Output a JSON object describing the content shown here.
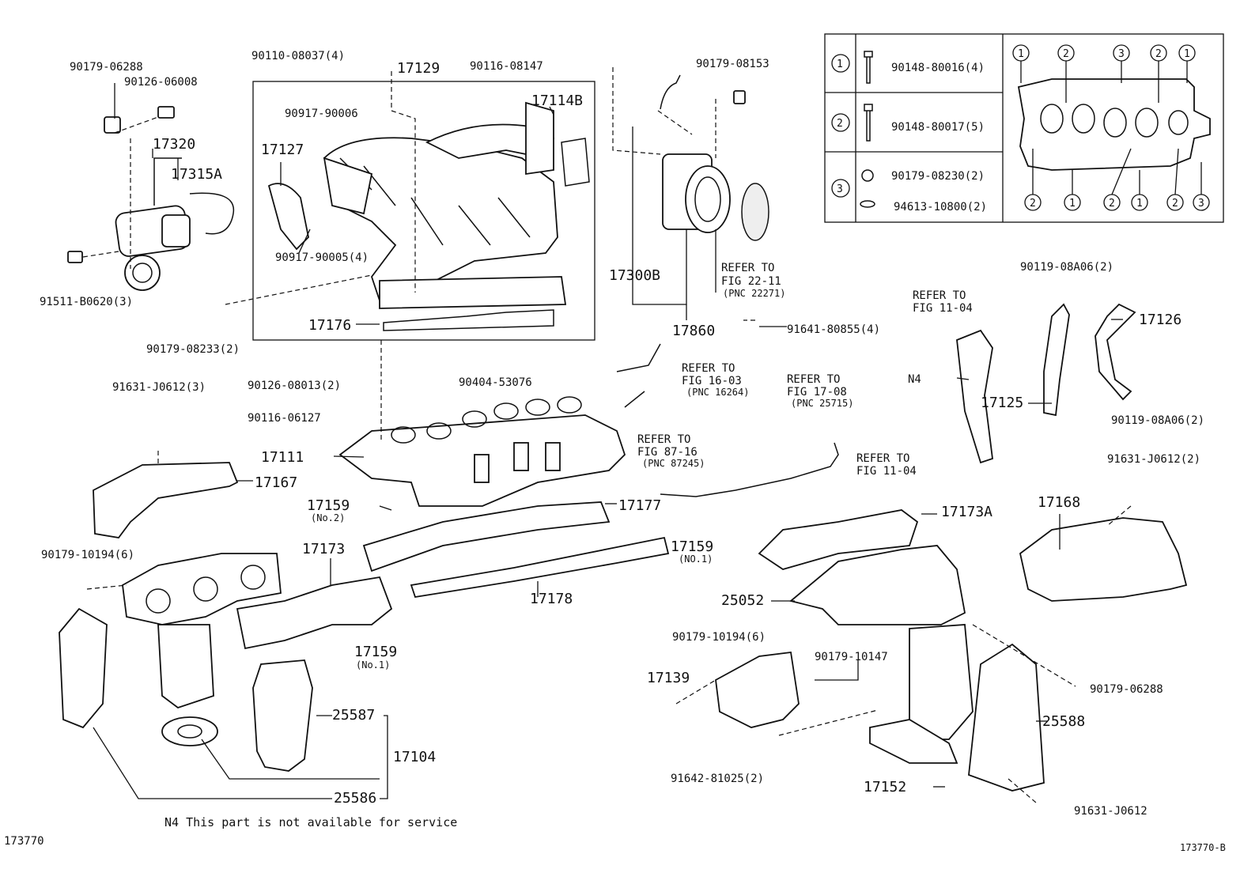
{
  "labels": {
    "l_90179_06288_a": "90179-06288",
    "l_90126_06008": "90126-06008",
    "l_17320": "17320",
    "l_17315A": "17315A",
    "l_91511": "91511-B0620(3)",
    "l_90179_08233": "90179-08233(2)",
    "l_90110": "90110-08037(4)",
    "l_17129": "17129",
    "l_90917_90006": "90917-90006",
    "l_17127": "17127",
    "l_17114B": "17114B",
    "l_90917_90005": "90917-90005(4)",
    "l_17176": "17176",
    "l_90116_08147": "90116-08147",
    "l_90179_08153": "90179-08153",
    "l_17300B": "17300B",
    "l_refer_22_11_a": "REFER TO",
    "l_refer_22_11_b": "FIG 22-11",
    "l_refer_22_11_c": "(PNC 22271)",
    "l_17860": "17860",
    "l_91641": "91641-80855(4)",
    "l_90126_08013": "90126-08013(2)",
    "l_90116_06127": "90116-06127",
    "l_90404": "90404-53076",
    "l_refer_16_03_a": "REFER TO",
    "l_refer_16_03_b": "FIG 16-03",
    "l_refer_16_03_c": "(PNC 16264)",
    "l_refer_17_08_a": "REFER TO",
    "l_refer_17_08_b": "FIG 17-08",
    "l_refer_17_08_c": "(PNC 25715)",
    "l_refer_87_16_a": "REFER TO",
    "l_refer_87_16_b": "FIG 87-16",
    "l_refer_87_16_c": "(PNC 87245)",
    "l_91631_j0612_3": "91631-J0612(3)",
    "l_17111": "17111",
    "l_17167": "17167",
    "l_17159_no2": "17159",
    "l_17159_no2_sub": "(No.2)",
    "l_17177": "17177",
    "l_90179_10194_a": "90179-10194(6)",
    "l_17173": "17173",
    "l_17178": "17178",
    "l_17159_no1_a": "17159",
    "l_17159_no1_a_sub": "(No.1)",
    "l_25587": "25587",
    "l_17104": "17104",
    "l_25586": "25586",
    "l_refer_11_04_top_a": "REFER TO",
    "l_refer_11_04_top_b": "FIG 11-04",
    "l_N4": "N4",
    "l_refer_11_04_bot_a": "REFER TO",
    "l_refer_11_04_bot_b": "FIG 11-04",
    "l_90119_top": "90119-08A06(2)",
    "l_17126": "17126",
    "l_17125": "17125",
    "l_90119_bot": "90119-08A06(2)",
    "l_91631_j0612_2": "91631-J0612(2)",
    "l_17168": "17168",
    "l_17173A": "17173A",
    "l_17159_no1_b": "17159",
    "l_17159_no1_b_sub": "(NO.1)",
    "l_25052": "25052",
    "l_90179_10194_b": "90179-10194(6)",
    "l_90179_10147": "90179-10147",
    "l_17139": "17139",
    "l_90179_06288_b": "90179-06288",
    "l_25588": "25588",
    "l_91642": "91642-81025(2)",
    "l_17152": "17152",
    "l_91631_j0612": "91631-J0612"
  },
  "legend": {
    "rows": [
      {
        "num": "1",
        "part": "90148-80016(4)"
      },
      {
        "num": "2",
        "part": "90148-80017(5)"
      },
      {
        "num": "3",
        "part_a": "90179-08230(2)",
        "part_b": "94613-10800(2)"
      }
    ],
    "top_markers": [
      "1",
      "2",
      "3",
      "2",
      "1"
    ],
    "bottom_markers": [
      "2",
      "1",
      "2",
      "1",
      "2",
      "3"
    ]
  },
  "footer": {
    "note": "N4  This part is not available for service",
    "left_code": "173770",
    "right_code": "173770-B"
  }
}
